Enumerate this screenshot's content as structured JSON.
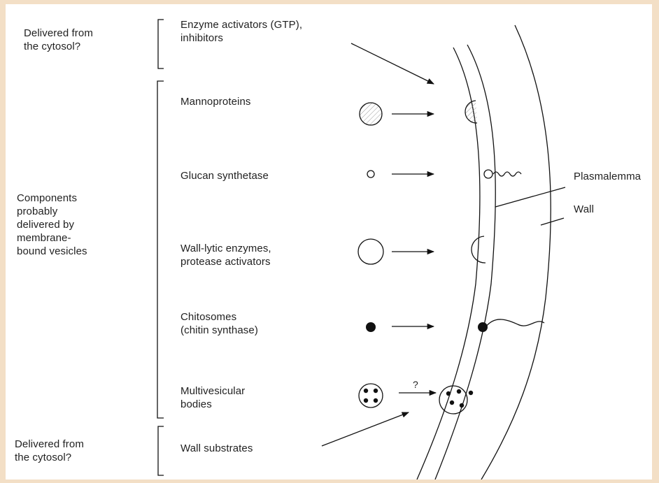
{
  "colors": {
    "background": "#f3dfc6",
    "panel": "#ffffff",
    "ink": "#111111"
  },
  "left_labels": {
    "top": "Delivered from\nthe cytosol?",
    "middle": "Components\nprobably\ndelivered by\nmembrane-\nbound vesicles",
    "bottom": "Delivered from\nthe cytosol?"
  },
  "items": {
    "enzyme_activators": "Enzyme activators (GTP),\ninhibitors",
    "mannoproteins": "Mannoproteins",
    "glucan_synthetase": "Glucan synthetase",
    "wall_lytic": "Wall-lytic enzymes,\nprotease activators",
    "chitosomes": "Chitosomes\n(chitin synthase)",
    "multivesicular": "Multivesicular\nbodies",
    "wall_substrates": "Wall substrates"
  },
  "structure_labels": {
    "plasmalemma": "Plasmalemma",
    "wall": "Wall",
    "question_mark": "?"
  }
}
